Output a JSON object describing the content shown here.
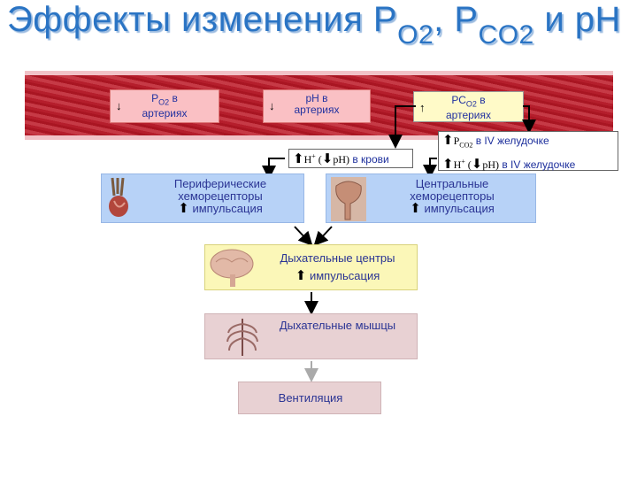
{
  "title": {
    "main": "Эффекты изменения Р",
    "sub1": "О",
    "sub1n": "2",
    "comma": ", Р",
    "sub2": "CO",
    "sub2n": "2",
    "tail": " и рН"
  },
  "vessel": {
    "pill1": {
      "arrow": "↓",
      "l1a": "Р",
      "l1sub": "О2",
      "l1b": " в",
      "l2": "артериях"
    },
    "pill2": {
      "arrow": "↓",
      "l1": "рН в",
      "l2": "артериях"
    },
    "pill3": {
      "arrow": "↑",
      "l1a": "РС",
      "l1sub": "О2",
      "l1b": " в",
      "l2": "артериях"
    }
  },
  "blood_box": {
    "arrow1": "⬆",
    "h": "H",
    "plus": "+",
    "open": " (",
    "arrow2": "⬇",
    "ph": "pH)",
    "tail": " в крови"
  },
  "ventricle_box": {
    "r1": {
      "arrow": "⬆",
      "p": "P",
      "psub": "CO2",
      "tail": " в IV желудочке"
    },
    "r2": {
      "arrow": "⬆",
      "h": "H",
      "plus": "+",
      "open": " (",
      "arrow2": "⬇",
      "ph": "pH)",
      "tail": " в IV желудочке"
    }
  },
  "peripheral": {
    "l1": "Периферические",
    "l2": "хеморецепторы",
    "arrow": "⬆",
    "l3": "импульсация"
  },
  "central": {
    "l1": "Центральные",
    "l2": "хеморецепторы",
    "arrow": "⬆",
    "l3": "импульсация"
  },
  "resp_centers": {
    "l1": "Дыхательные центры",
    "arrow": "⬆",
    "l2": "импульсация"
  },
  "resp_muscles": {
    "l1": "Дыхательные мышцы"
  },
  "ventilation": {
    "l1": "Вентиляция"
  }
}
